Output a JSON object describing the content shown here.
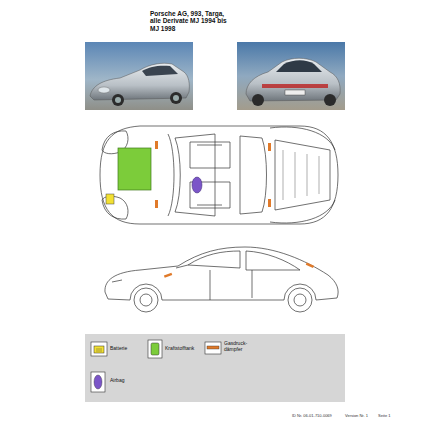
{
  "diagram": {
    "title": "Porsche AG, 993, Targa, alle Derivate MJ 1994 bis MJ 1998",
    "labels": [
      "ID Nr. 06-01-710-0069",
      "Version Nr. 1",
      "Seite 1"
    ],
    "legend": [
      {
        "text": "Batterie"
      },
      {
        "text": "Kraftstofftank"
      },
      {
        "text": "Gasdruck- dämpfer"
      },
      {
        "text": "Airbag"
      }
    ]
  }
}
